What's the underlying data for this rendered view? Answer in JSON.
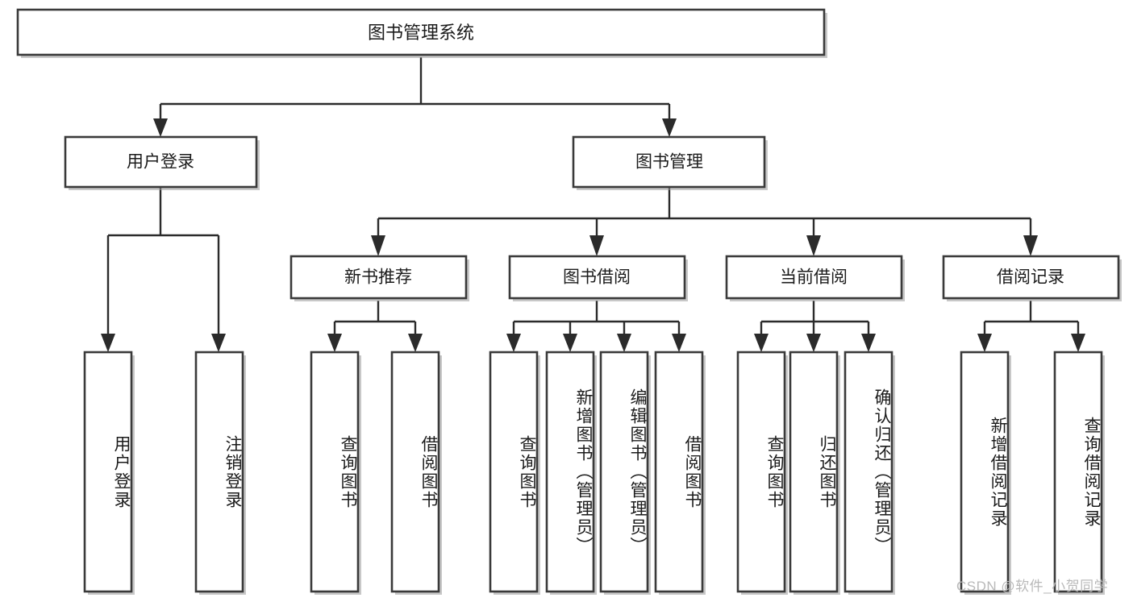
{
  "diagram": {
    "type": "tree",
    "title": "图书管理系统",
    "root": {
      "id": "root",
      "label": "图书管理系统"
    },
    "level1": [
      {
        "id": "user-login",
        "label": "用户登录"
      },
      {
        "id": "book-management",
        "label": "图书管理"
      }
    ],
    "level2": [
      {
        "id": "new-book-recommend",
        "label": "新书推荐",
        "parent": "book-management"
      },
      {
        "id": "book-borrow",
        "label": "图书借阅",
        "parent": "book-management"
      },
      {
        "id": "current-borrow",
        "label": "当前借阅",
        "parent": "book-management"
      },
      {
        "id": "borrow-record",
        "label": "借阅记录",
        "parent": "book-management"
      }
    ],
    "leaves": [
      {
        "id": "leaf-user-login",
        "label": "用户登录",
        "parent": "user-login"
      },
      {
        "id": "leaf-logout-login",
        "label": "注销登录",
        "parent": "user-login"
      },
      {
        "id": "leaf-query-book-1",
        "label": "查询图书",
        "parent": "new-book-recommend"
      },
      {
        "id": "leaf-borrow-book-1",
        "label": "借阅图书",
        "parent": "new-book-recommend"
      },
      {
        "id": "leaf-query-book-2",
        "label": "查询图书",
        "parent": "book-borrow"
      },
      {
        "id": "leaf-add-book",
        "label": "新增图书（管理员）",
        "parent": "book-borrow"
      },
      {
        "id": "leaf-edit-book",
        "label": "编辑图书（管理员）",
        "parent": "book-borrow"
      },
      {
        "id": "leaf-borrow-book-2",
        "label": "借阅图书",
        "parent": "book-borrow"
      },
      {
        "id": "leaf-query-book-3",
        "label": "查询图书",
        "parent": "current-borrow"
      },
      {
        "id": "leaf-return-book",
        "label": "归还图书",
        "parent": "current-borrow"
      },
      {
        "id": "leaf-confirm-return",
        "label": "确认归还（管理员）",
        "parent": "current-borrow"
      },
      {
        "id": "leaf-add-record",
        "label": "新增借阅记录",
        "parent": "borrow-record"
      },
      {
        "id": "leaf-query-record",
        "label": "查询借阅记录",
        "parent": "borrow-record"
      }
    ]
  },
  "watermark": {
    "text": "CSDN @软件_小贺同学"
  },
  "colors": {
    "box_stroke": "#3a3a3a",
    "connector": "#2b2b2b",
    "text": "#1b1b1b",
    "background": "#ffffff",
    "watermark": "#b9b9b9"
  }
}
